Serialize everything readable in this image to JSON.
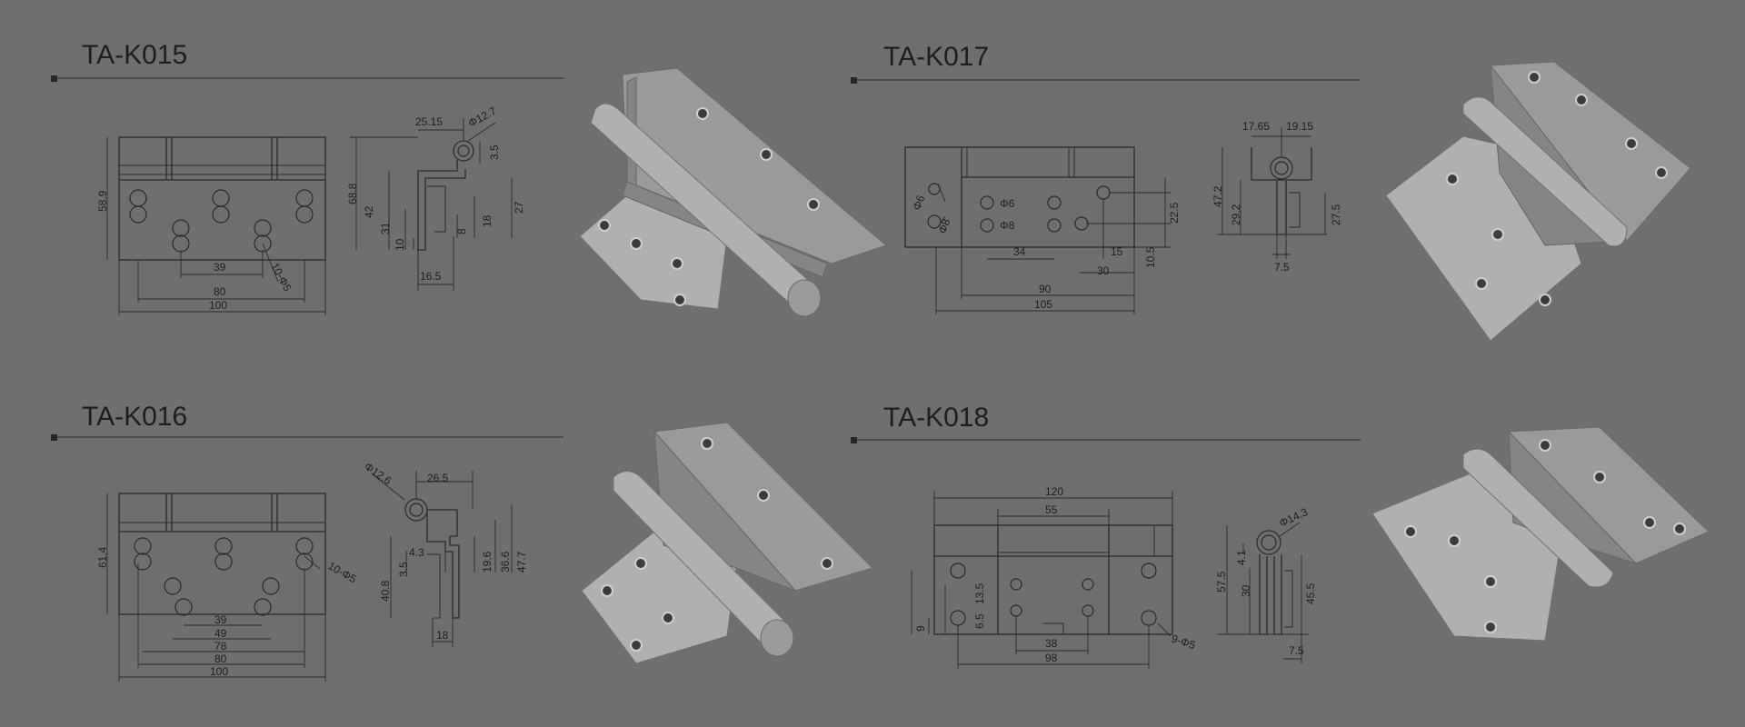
{
  "products": [
    {
      "code": "TA-K015",
      "dims": [
        "25.15",
        "Φ12.7",
        "3.5",
        "68.8",
        "42",
        "31",
        "10",
        "8",
        "18",
        "27",
        "16.5",
        "58.9",
        "39",
        "80",
        "100",
        "10-Φ5"
      ]
    },
    {
      "code": "TA-K017",
      "dims": [
        "17.65",
        "19.15",
        "Φ6",
        "Φ8",
        "Φ6",
        "Φ8",
        "22.5",
        "47.2",
        "29.2",
        "27.5",
        "7.5",
        "15",
        "34",
        "30",
        "10.5",
        "90",
        "105"
      ]
    },
    {
      "code": "TA-K016",
      "dims": [
        "Φ12.6",
        "26.5",
        "4.3",
        "3.5",
        "19.6",
        "36.6",
        "47.7",
        "40.8",
        "18",
        "61.4",
        "10-Φ5",
        "39",
        "49",
        "78",
        "80",
        "100"
      ]
    },
    {
      "code": "TA-K018",
      "dims": [
        "120",
        "55",
        "Φ14.3",
        "4.1",
        "57.5",
        "30",
        "45.5",
        "7.5",
        "13.5",
        "6.5",
        "9",
        "38",
        "98",
        "9-Φ5"
      ]
    }
  ]
}
